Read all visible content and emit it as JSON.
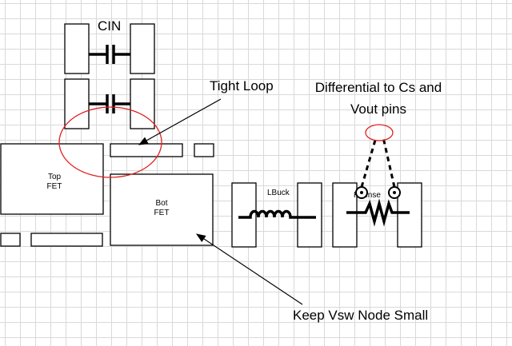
{
  "labels": {
    "cin": "CIN",
    "tight_loop": "Tight Loop",
    "diff_line1": "Differential to Cs and",
    "diff_line2": "Vout pins",
    "top_fet_line1": "Top",
    "top_fet_line2": "FET",
    "bot_fet_line1": "Bot",
    "bot_fet_line2": "FET",
    "lbuck": "LBuck",
    "rsense": "Rsense",
    "keep_vsw": "Keep Vsw Node Small"
  },
  "colors": {
    "outline": "#000000",
    "highlight": "#e02020",
    "grid": "#d9d9d9"
  }
}
